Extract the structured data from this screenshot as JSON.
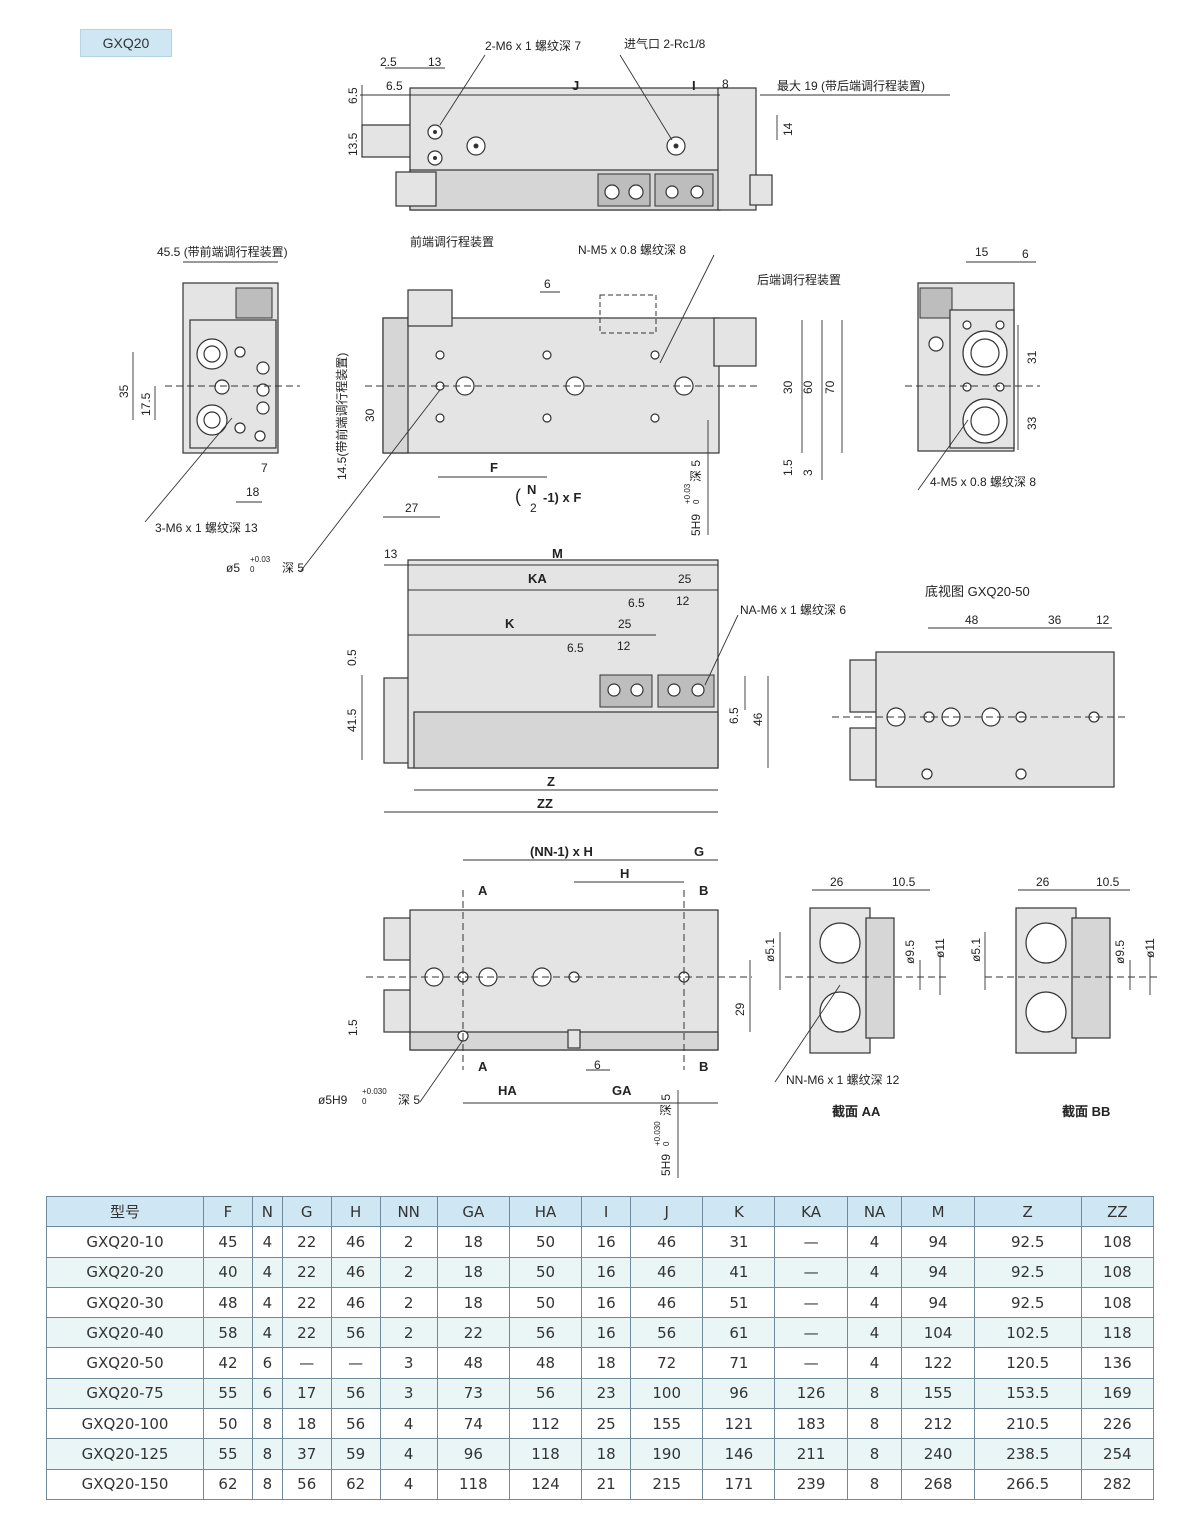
{
  "badge": "GXQ20",
  "labels": {
    "top_m6": "2-M6 x 1 螺纹深 7",
    "top_rc": "进气口 2-Rc1/8",
    "top_max19": "最大 19 (带后端调行程装置)",
    "d_2_5": "2.5",
    "d_13a": "13",
    "d_6_5a": "6.5",
    "d_J": "J",
    "d_I": "I",
    "d_8": "8",
    "d_6_5v": "6.5",
    "d_13_5": "13.5",
    "d_14": "14",
    "left_45_5": "45.5 (带前端调行程装置)",
    "d_35": "35",
    "d_17_5": "17.5",
    "d_7": "7",
    "d_18": "18",
    "left_m6": "3-M6 x 1 螺纹深 13",
    "left_phi5_pre": "ø5",
    "left_phi5_tol": "+0.03",
    "left_phi5_tol0": "0",
    "left_phi5_post": "深 5",
    "front_adj": "前端调行程装置",
    "n_m5": "N-M5 x 0.8 螺纹深 8",
    "rear_adj": "后端调行程装置",
    "d_6m": "6",
    "d_14_5": "14.5(带前端调行程装置)",
    "d_30l": "30",
    "d_F": "F",
    "d_27": "27",
    "n_formula_n": "N",
    "n_formula_2": "2",
    "n_formula_rest": "-1) x F",
    "n_formula_open": "(",
    "d_30r": "30",
    "d_60": "60",
    "d_70": "70",
    "d_1_5r": "1.5",
    "d_3": "3",
    "d_5h9": "5H9",
    "d_5h9_tol": "+0.03",
    "d_5h9_tol0": "0",
    "d_5h9_post": "深 5",
    "d_15": "15",
    "d_6rr": "6",
    "d_31": "31",
    "d_33": "33",
    "right_m5": "4-M5 x 0.8 螺纹深 8",
    "d_13b": "13",
    "d_M": "M",
    "d_KA": "KA",
    "d_25a": "25",
    "d_6_5b": "6.5",
    "d_12a": "12",
    "d_K": "K",
    "d_25b": "25",
    "d_6_5c": "6.5",
    "d_12b": "12",
    "na_m6": "NA-M6 x 1 螺纹深 6",
    "d_0_5": "0.5",
    "d_41_5": "41.5",
    "d_6_5d": "6.5",
    "d_46": "46",
    "d_Z": "Z",
    "d_ZZ": "ZZ",
    "bottom_title": "底视图 GXQ20-50",
    "d_48": "48",
    "d_36": "36",
    "d_12c": "12",
    "d_nnh": "(NN-1) x H",
    "d_G": "G",
    "d_H": "H",
    "d_A1": "A",
    "d_B1": "B",
    "d_1_5b": "1.5",
    "d_29": "29",
    "d_A2": "A",
    "d_HA": "HA",
    "d_6b": "6",
    "d_GA": "GA",
    "d_B2": "B",
    "bot_phi5_pre": "ø5H9",
    "bot_phi5_tol": "+0.030",
    "bot_phi5_tol0": "0",
    "bot_phi5_post": "深 5",
    "d_5h9b": "5H9",
    "d_5h9b_tol": "+0.030",
    "d_5h9b_tol0": "0",
    "d_5h9b_post": "深 5",
    "d_26a": "26",
    "d_10_5a": "10.5",
    "d_phi5_1a": "ø5.1",
    "d_phi9_5a": "ø9.5",
    "d_phi11a": "ø11",
    "nn_m6": "NN-M6 x 1 螺纹深 12",
    "sec_aa": "截面 AA",
    "d_26b": "26",
    "d_10_5b": "10.5",
    "d_phi5_1b": "ø5.1",
    "d_phi9_5b": "ø9.5",
    "d_phi11b": "ø11",
    "sec_bb": "截面 BB"
  },
  "table": {
    "headers": [
      "型号",
      "F",
      "N",
      "G",
      "H",
      "NN",
      "GA",
      "HA",
      "I",
      "J",
      "K",
      "KA",
      "NA",
      "M",
      "Z",
      "ZZ"
    ],
    "rows": [
      [
        "GXQ20-10",
        "45",
        "4",
        "22",
        "46",
        "2",
        "18",
        "50",
        "16",
        "46",
        "31",
        "—",
        "4",
        "94",
        "92.5",
        "108"
      ],
      [
        "GXQ20-20",
        "40",
        "4",
        "22",
        "46",
        "2",
        "18",
        "50",
        "16",
        "46",
        "41",
        "—",
        "4",
        "94",
        "92.5",
        "108"
      ],
      [
        "GXQ20-30",
        "48",
        "4",
        "22",
        "46",
        "2",
        "18",
        "50",
        "16",
        "46",
        "51",
        "—",
        "4",
        "94",
        "92.5",
        "108"
      ],
      [
        "GXQ20-40",
        "58",
        "4",
        "22",
        "56",
        "2",
        "22",
        "56",
        "16",
        "56",
        "61",
        "—",
        "4",
        "104",
        "102.5",
        "118"
      ],
      [
        "GXQ20-50",
        "42",
        "6",
        "—",
        "—",
        "3",
        "48",
        "48",
        "18",
        "72",
        "71",
        "—",
        "4",
        "122",
        "120.5",
        "136"
      ],
      [
        "GXQ20-75",
        "55",
        "6",
        "17",
        "56",
        "3",
        "73",
        "56",
        "23",
        "100",
        "96",
        "126",
        "8",
        "155",
        "153.5",
        "169"
      ],
      [
        "GXQ20-100",
        "50",
        "8",
        "18",
        "56",
        "4",
        "74",
        "112",
        "25",
        "155",
        "121",
        "183",
        "8",
        "212",
        "210.5",
        "226"
      ],
      [
        "GXQ20-125",
        "55",
        "8",
        "37",
        "59",
        "4",
        "96",
        "118",
        "18",
        "190",
        "146",
        "211",
        "8",
        "240",
        "238.5",
        "254"
      ],
      [
        "GXQ20-150",
        "62",
        "8",
        "56",
        "62",
        "4",
        "118",
        "124",
        "21",
        "215",
        "171",
        "239",
        "8",
        "268",
        "266.5",
        "282"
      ]
    ]
  }
}
